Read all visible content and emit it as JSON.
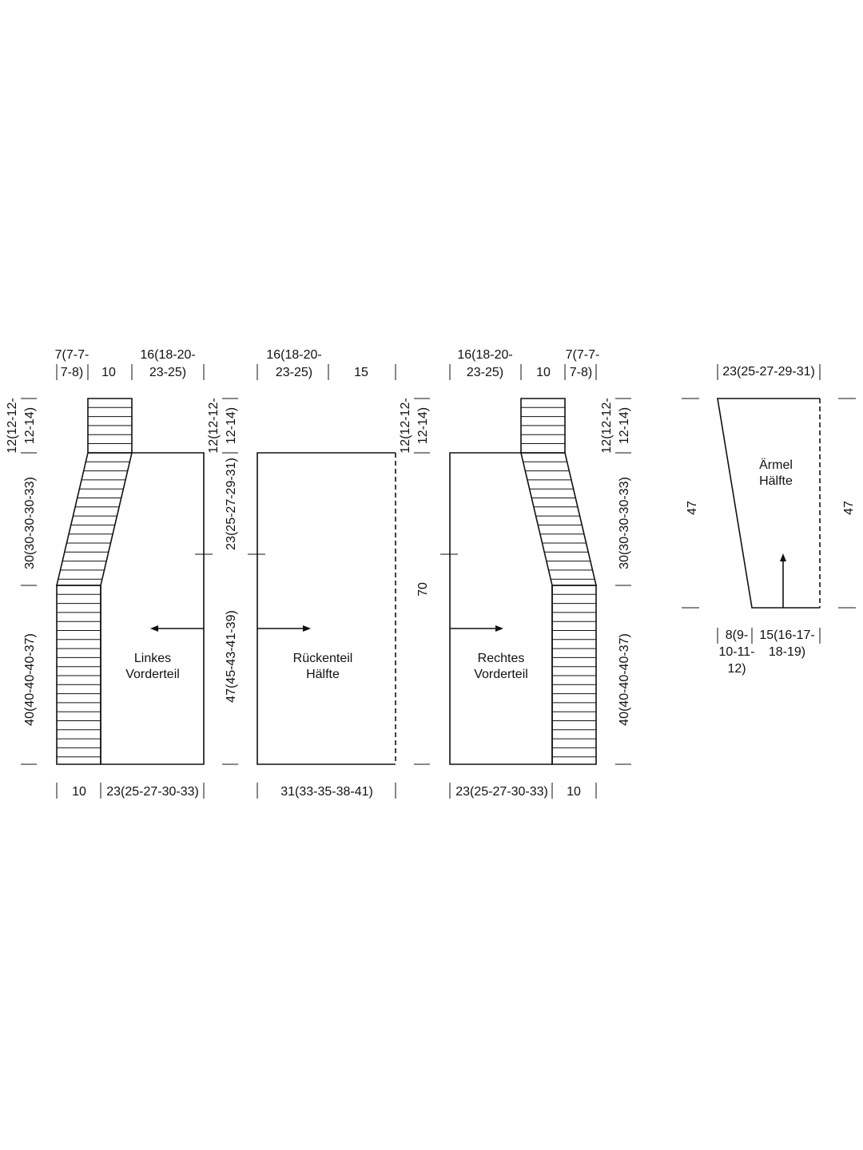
{
  "colors": {
    "ink": "#111111",
    "background": "#ffffff"
  },
  "left_front": {
    "label": [
      "Linkes",
      "Vorderteil"
    ],
    "top_dims": {
      "shoulder": [
        "7(7-7-",
        "7-8)"
      ],
      "band": "10",
      "neck": [
        "16(18-20-",
        "23-25)"
      ]
    },
    "left_heights": {
      "collar": [
        "12(12-12-",
        "12-14)"
      ],
      "slope": "30(30-30-30-33)",
      "lower": "40(40-40-40-37)"
    },
    "right_heights": {
      "collar": [
        "12(12-12-",
        "12-14)"
      ],
      "armhole": "23(25-27-29-31)",
      "side": "47(45-43-41-39)"
    },
    "bottom_dims": {
      "band": "10",
      "width": "23(25-27-30-33)"
    }
  },
  "back": {
    "label": [
      "Rückenteil",
      "Hälfte"
    ],
    "top_dims": {
      "neck": [
        "16(18-20-",
        "23-25)"
      ],
      "shoulder": "15"
    },
    "right_heights": {
      "collar": [
        "12(12-12-",
        "12-14)"
      ],
      "total": "70"
    },
    "bottom_dims": {
      "width": "31(33-35-38-41)"
    }
  },
  "right_front": {
    "label": [
      "Rechtes",
      "Vorderteil"
    ],
    "top_dims": {
      "neck": [
        "16(18-20-",
        "23-25)"
      ],
      "band": "10",
      "shoulder": [
        "7(7-7-",
        "7-8)"
      ]
    },
    "right_heights": {
      "collar": [
        "12(12-12-",
        "12-14)"
      ],
      "slope": "30(30-30-30-33)",
      "lower": "40(40-40-40-37)"
    },
    "bottom_dims": {
      "width": "23(25-27-30-33)",
      "band": "10"
    }
  },
  "sleeve": {
    "label": [
      "Ärmel",
      "Hälfte"
    ],
    "top_dims": {
      "width": "23(25-27-29-31)"
    },
    "left_height": "47",
    "right_height": "47",
    "bottom_dims": {
      "offset": [
        "8(9-",
        "10-11-",
        "12)"
      ],
      "width": [
        "15(16-17-",
        "18-19)"
      ]
    }
  }
}
